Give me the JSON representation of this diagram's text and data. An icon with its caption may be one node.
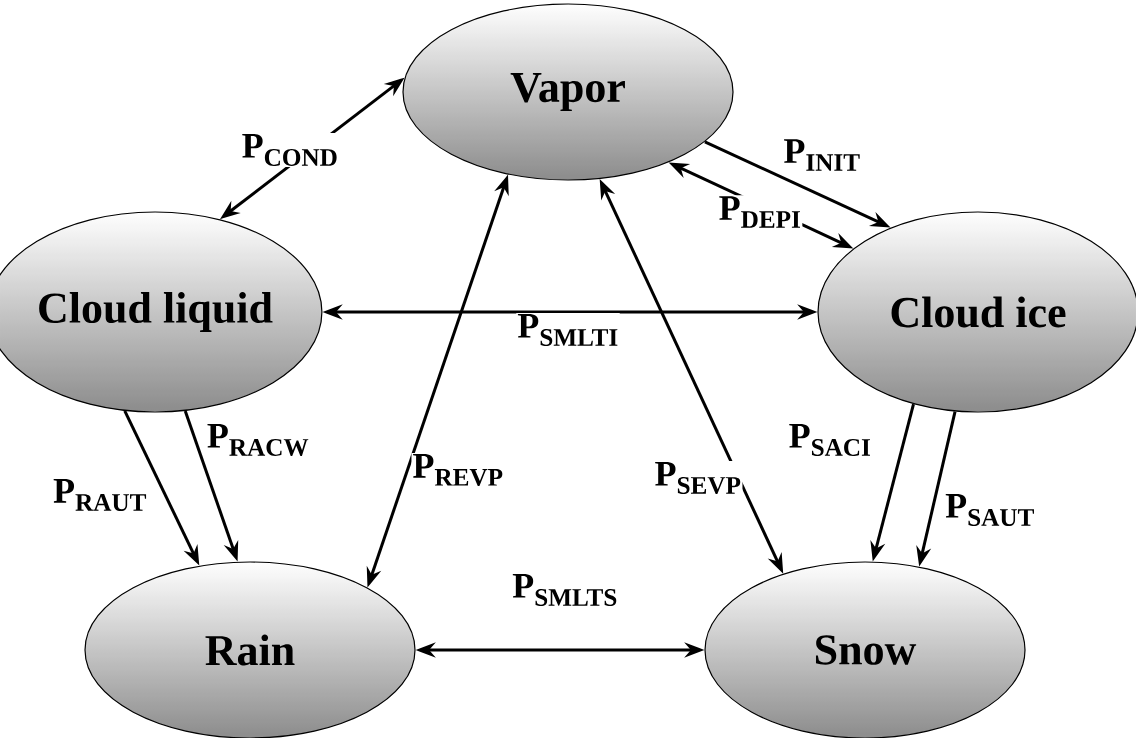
{
  "diagram": {
    "nodes": [
      {
        "text": [
          "Vapor"
        ]
      },
      {
        "text": [
          "Cloud liquid"
        ]
      },
      {
        "text": [
          "Cloud ice"
        ]
      },
      {
        "text": [
          "Rain"
        ]
      },
      {
        "text": [
          "Snow"
        ]
      }
    ],
    "edges": [
      {
        "from": 0,
        "to": 1,
        "arrow": "both",
        "label": "P$_{COND}$"
      },
      {
        "from": 0,
        "to": 2,
        "arrow": "to",
        "label": "P$_{INIT}$"
      },
      {
        "from": 0,
        "to": 2,
        "arrow": "both",
        "label": "P$_{DEPI}$"
      },
      {
        "from": 1,
        "to": 2,
        "arrow": "both",
        "label": "P$_{SMLTI}$"
      },
      {
        "from": 1,
        "to": 3,
        "arrow": "to",
        "label": "P$_{RAUT}$"
      },
      {
        "from": 1,
        "to": 3,
        "arrow": "to",
        "label": "P$_{RACW}$"
      },
      {
        "from": 3,
        "to": 0,
        "arrow": "both",
        "label": "P$_{REVP}$"
      },
      {
        "from": 0,
        "to": 4,
        "arrow": "both",
        "label": "P$_{SEVP}$"
      },
      {
        "from": 2,
        "to": 4,
        "arrow": "to",
        "label": "P$_{SACI}$"
      },
      {
        "from": 2,
        "to": 4,
        "arrow": "to",
        "label": "P$_{SAUT}$"
      },
      {
        "from": 3,
        "to": 4,
        "arrow": "both",
        "label": "P$_{SMLTS}$"
      }
    ]
  }
}
